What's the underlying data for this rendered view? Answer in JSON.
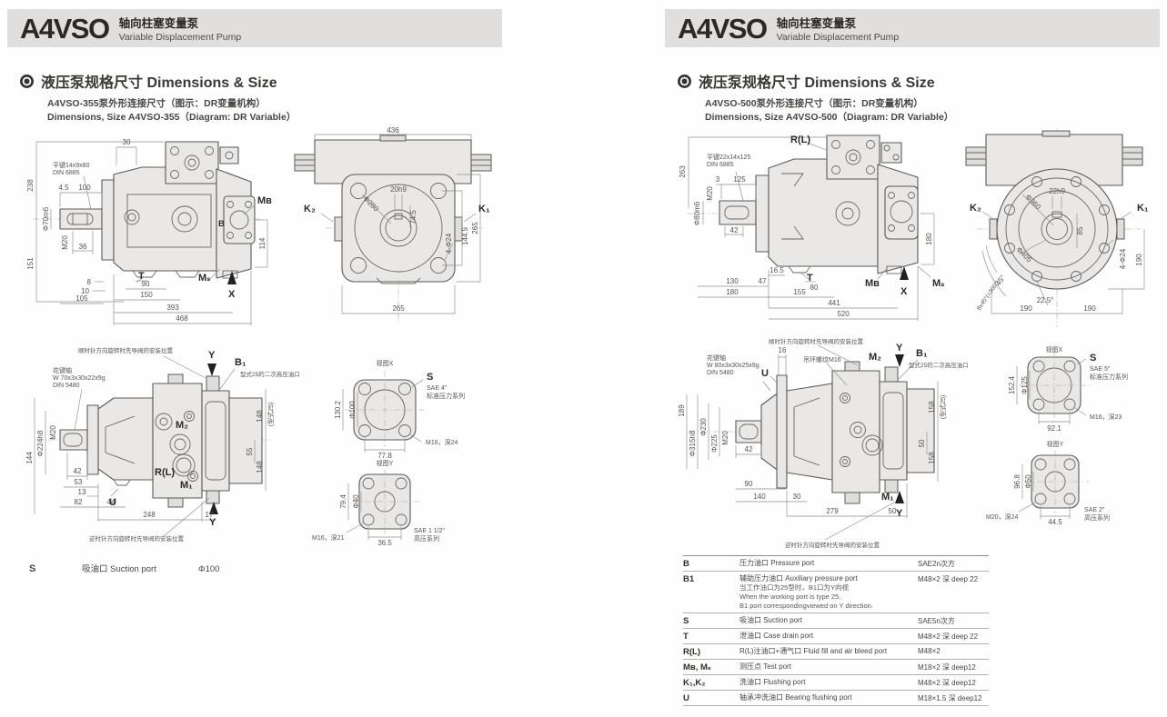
{
  "page_left": {
    "header": {
      "logo": "A4VSO",
      "title_zh": "轴向柱塞变量泵",
      "title_en": "Variable Displacement Pump"
    },
    "section_title": "液压泵规格尺寸 Dimensions & Size",
    "subtitle_zh": "A4VSO-355泵外形连接尺寸（图示：DR变量机构）",
    "subtitle_en": "Dimensions, Size A4VSO-355（Diagram: DR Variable）",
    "side": {
      "note_key1": "平键14x9x80",
      "note_key2": "DIN 6885",
      "d30": "30",
      "d238": "238",
      "d151": "151",
      "d45": "4.5",
      "d100": "100",
      "dshaft": "Φ70m6",
      "dm20": "M20",
      "d36": "36",
      "d8": "8",
      "d10": "10",
      "d105": "105",
      "d90": "90",
      "d150": "150",
      "d393": "393",
      "d468": "468",
      "d114": "114",
      "mb": "Mʙ",
      "b": "B",
      "t": "T",
      "ms": "Mₛ",
      "x": "X"
    },
    "front": {
      "d436": "436",
      "k2": "K₂",
      "k1": "K₁",
      "d20h9": "20h9",
      "d280": "Φ280",
      "d745": "74.5",
      "d424": "4-Φ24",
      "d1445": "144.5",
      "d265r": "265",
      "d265b": "265"
    },
    "top": {
      "note_cw": "顺时针方向旋转时先导阀的安装位置",
      "note_ccw": "逆时针方向旋转时先导阀的安装位置",
      "spline1": "花键轴",
      "spline2": "W 70x3x30x22x9g",
      "spline3": "DIN 5480",
      "y_top": "Y",
      "b1": "B₁",
      "note_b1": "型式25的二次高压油口",
      "m2": "M₂",
      "rl": "R(L)",
      "m1": "M₁",
      "u": "U",
      "y_bot": "Y",
      "d224": "Φ224h8",
      "dm20": "M20",
      "d144": "144",
      "d42": "42",
      "d53": "53",
      "d13": "13",
      "d82": "82",
      "d44": "44",
      "d248": "248",
      "d17": "17",
      "d148t": "148",
      "dtype": "(型式25)",
      "d55": "55",
      "d148b": "148"
    },
    "portx": {
      "title": "视图X",
      "d1302": "130.2",
      "d100": "Φ100",
      "d778": "77.8",
      "s": "S",
      "sae": "SAE 4\"",
      "series": "标准压力系列",
      "m16": "M16，深24"
    },
    "porty": {
      "title": "视图Y",
      "d794": "79.4",
      "d40": "Φ40",
      "d365": "36.5",
      "m16": "M16，深21",
      "sae": "SAE 1 1/2\"",
      "series": "高压系列"
    },
    "footnote": {
      "sym": "S",
      "desc": "吸油口 Suction port",
      "value": "Φ100"
    }
  },
  "page_right": {
    "header": {
      "logo": "A4VSO",
      "title_zh": "轴向柱塞变量泵",
      "title_en": "Variable Displacement Pump"
    },
    "section_title": "液压泵规格尺寸 Dimensions & Size",
    "subtitle_zh": "A4VSO-500泵外形连接尺寸（图示：DR变量机构）",
    "subtitle_en": "Dimensions, Size A4VSO-500（Diagram: DR Variable）",
    "side": {
      "rl": "R(L)",
      "note_key1": "平键22x14x125",
      "note_key2": "DIN 6885",
      "d263": "263",
      "d3": "3",
      "d125": "125",
      "dm20": "M20",
      "dshaft": "Φ80m6",
      "d42": "42",
      "d165": "16.5",
      "t": "T",
      "d80": "80",
      "d130": "130",
      "d47": "47",
      "d180b": "180",
      "d155": "155",
      "d441": "441",
      "d520": "520",
      "mb": "Mʙ",
      "ms": "Mₛ",
      "x": "X",
      "d180r": "180"
    },
    "front": {
      "k2": "K₂",
      "k1": "K₁",
      "d22h9": "22h9",
      "d360": "Φ360",
      "d405": "Φ405",
      "d85": "85",
      "d424": "4-Φ24",
      "d190r": "190",
      "d45": "45°",
      "d8x45": "8x45°(=360°)",
      "d225": "22.5°",
      "d190bl": "190",
      "d190br": "190"
    },
    "top": {
      "note_cw": "顺时针方向旋转时先导阀的安装位置",
      "note_ccw": "逆时针方向旋转时先导阀的安装位置",
      "spline1": "花键轴",
      "spline2": "W 80x3x30x25x9g",
      "spline3": "DIN 5480",
      "d16": "16",
      "u": "U",
      "ring": "吊环螺纹M16",
      "m2": "M₂",
      "y_top": "Y",
      "b1": "B₁",
      "note_b1": "型式25的二次高压油口",
      "d189": "189",
      "d315": "Φ315h8",
      "d230": "Φ230",
      "d225c": "Φ225",
      "dm20": "M20",
      "d42": "42",
      "d90": "90",
      "d140": "140",
      "d30": "30",
      "d279": "279",
      "d50b": "50",
      "d158t": "158",
      "dtype": "(型式25)",
      "d50r": "50",
      "d158b": "158",
      "m1": "M₁",
      "y_bot": "Y"
    },
    "portx": {
      "title": "视图X",
      "d1524": "152.4",
      "d125": "Φ125",
      "d921": "92.1",
      "s": "S",
      "sae": "SAE 5\"",
      "series": "标准压力系列",
      "m16": "M16，深23"
    },
    "porty": {
      "title": "视图Y",
      "d968": "96.8",
      "d50": "Φ50",
      "d445": "44.5",
      "m20": "M20，深24",
      "sae": "SAE 2\"",
      "series": "高压系列"
    },
    "table": {
      "rows": [
        {
          "sym": "B",
          "desc": "压力油口 Pressure port",
          "value": "SAE2n次方"
        },
        {
          "sym": "B1",
          "desc": "辅助压力油口 Auxiliary pressure port",
          "value": "M48×2 深 deep 22",
          "extra": [
            "当工作油口为25型时，B1口为Y向视",
            "When the working port is type 25,",
            "B1 port correspondingviewed on Y direction."
          ]
        },
        {
          "sym": "S",
          "desc": "吸油口 Suction port",
          "value": "SAE5n次方"
        },
        {
          "sym": "T",
          "desc": "泄油口 Case drain port",
          "value": "M48×2 深 deep 22"
        },
        {
          "sym": "R(L)",
          "desc": "R(L)注油口+通气口 Fluid fill and air bleed port",
          "value": "M48×2"
        },
        {
          "sym": "Mʙ, Mₛ",
          "desc": "测压点 Test port",
          "value": "M18×2 深 deep12"
        },
        {
          "sym": "K₁,K₂",
          "desc": "洗油口 Flushing port",
          "value": "M48×2 深 deep12"
        },
        {
          "sym": "U",
          "desc": "轴承冲洗油口 Bearing flushing port",
          "value": "M18×1.5 深 deep12"
        }
      ]
    }
  }
}
